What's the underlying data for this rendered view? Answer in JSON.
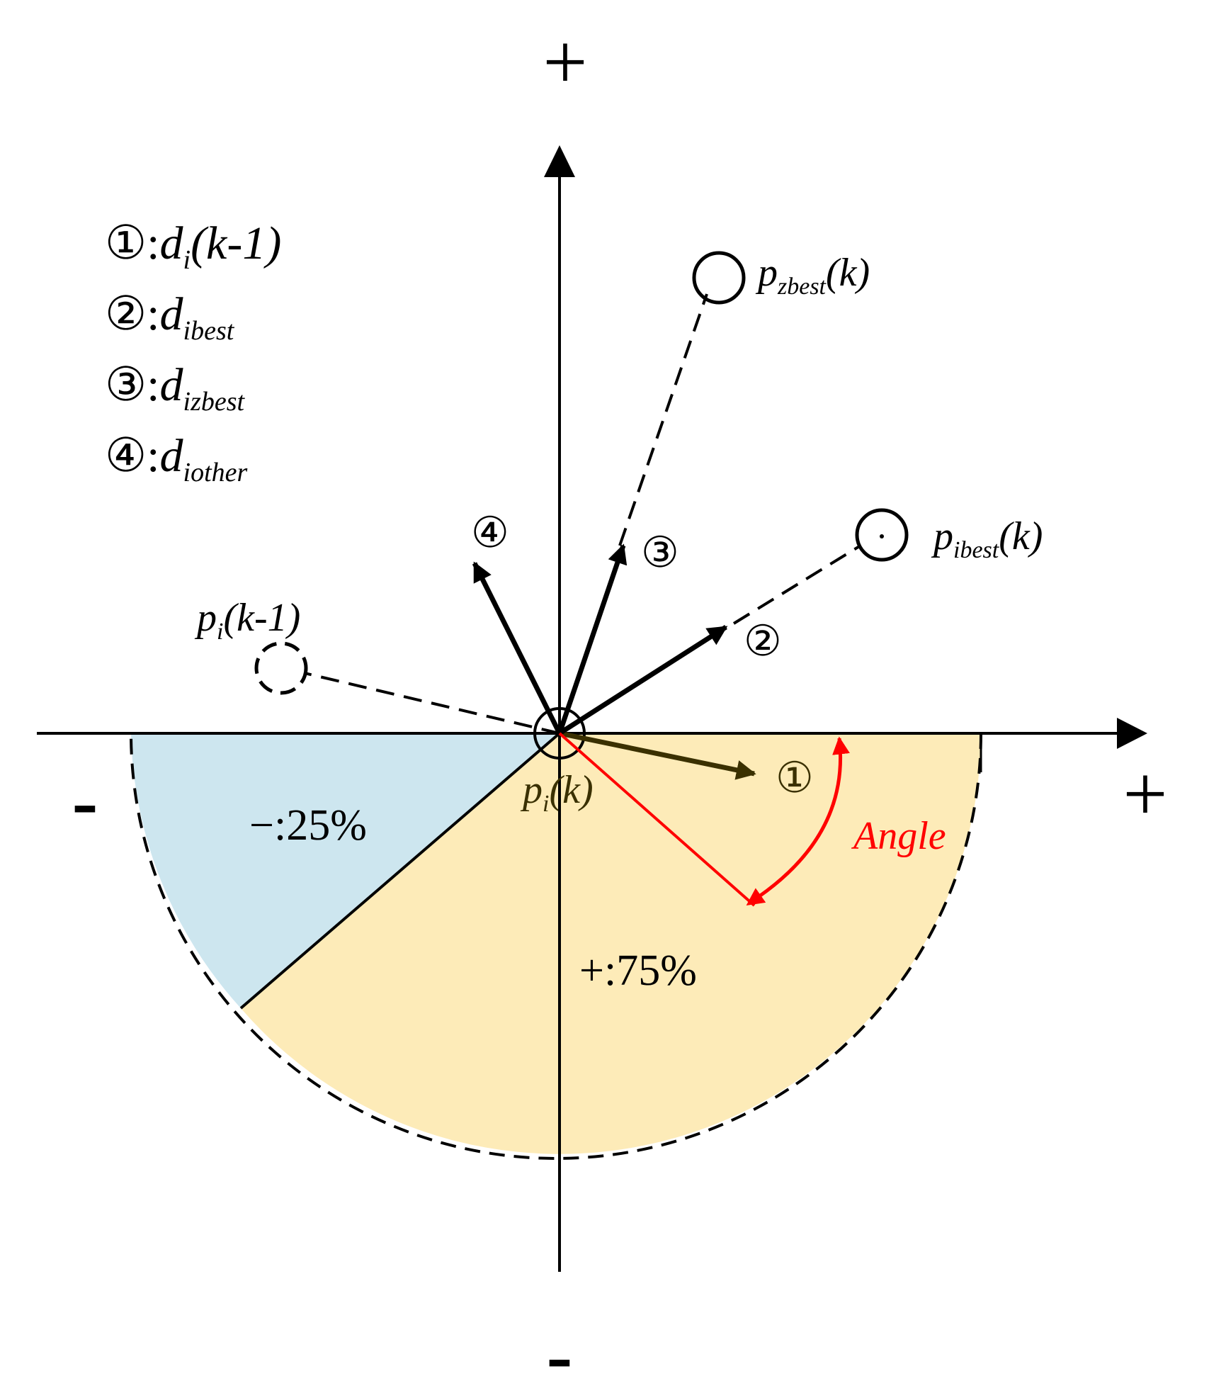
{
  "axes": {
    "y_top_sign": "+",
    "y_bottom_sign": "-",
    "x_right_sign": "+",
    "x_left_sign": "-"
  },
  "legend": [
    {
      "marker": "①",
      "sep": ":",
      "symbol": "d",
      "sub": "i",
      "suffix": "(k-1)"
    },
    {
      "marker": "②",
      "sep": ":",
      "symbol": "d",
      "sub": "ibest",
      "suffix": ""
    },
    {
      "marker": "③",
      "sep": ":",
      "symbol": "d",
      "sub": "izbest",
      "suffix": ""
    },
    {
      "marker": "④",
      "sep": ":",
      "symbol": "d",
      "sub": "iother",
      "suffix": ""
    }
  ],
  "points": {
    "zbest": {
      "base": "p",
      "sub": "zbest",
      "suffix": "(k)"
    },
    "ibest": {
      "base": "p",
      "sub": "ibest",
      "suffix": "(k)"
    },
    "prev": {
      "base": "p",
      "sub": "i",
      "suffix": "(k-1)"
    },
    "current": {
      "base": "p",
      "sub": "i",
      "suffix": "(k)"
    }
  },
  "vector_markers": {
    "v1": "①",
    "v2": "②",
    "v3": "③",
    "v4": "④"
  },
  "regions": {
    "negative": "−:25%",
    "positive": "+:75%"
  },
  "angle_label": "Angle",
  "colors": {
    "negative_region": "#cde6ef",
    "positive_region": "#fdebb8",
    "angle": "#ff0000",
    "vector1": "#3a3000",
    "ink": "#000000"
  }
}
